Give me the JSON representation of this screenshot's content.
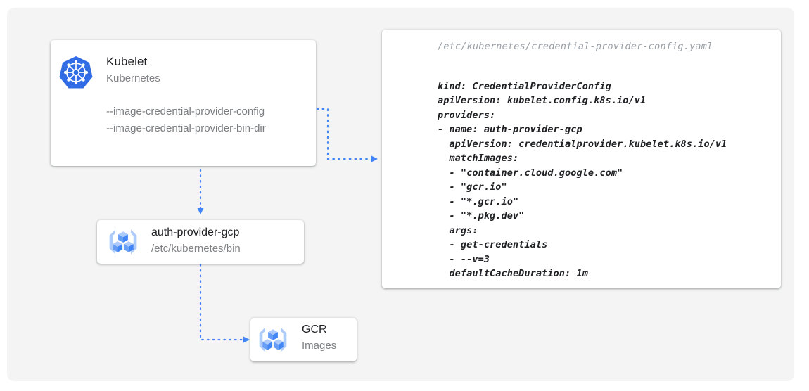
{
  "canvas": {
    "background_color": "#f4f4f4",
    "page_background": "#ffffff"
  },
  "accent_color": "#4285f4",
  "nodes": {
    "kubelet": {
      "icon": "kubernetes-logo-icon",
      "title": "Kubelet",
      "subtitle": "Kubernetes",
      "flags": [
        "--image-credential-provider-config",
        "--image-credential-provider-bin-dir"
      ]
    },
    "auth_provider": {
      "icon": "gcp-container-registry-icon",
      "title": "auth-provider-gcp",
      "subtitle": "/etc/kubernetes/bin"
    },
    "gcr": {
      "icon": "gcp-container-registry-icon",
      "title": "GCR",
      "subtitle": "Images"
    }
  },
  "yaml_panel": {
    "file_path": "/etc/kubernetes/credential-provider-config.yaml",
    "lines": [
      "kind: CredentialProviderConfig",
      "apiVersion: kubelet.config.k8s.io/v1",
      "providers:",
      "- name: auth-provider-gcp",
      "  apiVersion: credentialprovider.kubelet.k8s.io/v1",
      "  matchImages:",
      "  - \"container.cloud.google.com\"",
      "  - \"gcr.io\"",
      "  - \"*.gcr.io\"",
      "  - \"*.pkg.dev\"",
      "  args:",
      "  - get-credentials",
      "  - --v=3",
      "  defaultCacheDuration: 1m"
    ]
  },
  "connectors": [
    {
      "name": "kubelet-config-to-yaml",
      "style": "dotted",
      "arrow": "right"
    },
    {
      "name": "kubelet-to-auth-provider",
      "style": "dotted",
      "arrow": "down"
    },
    {
      "name": "auth-provider-to-gcr",
      "style": "dotted",
      "arrow": "right"
    }
  ]
}
